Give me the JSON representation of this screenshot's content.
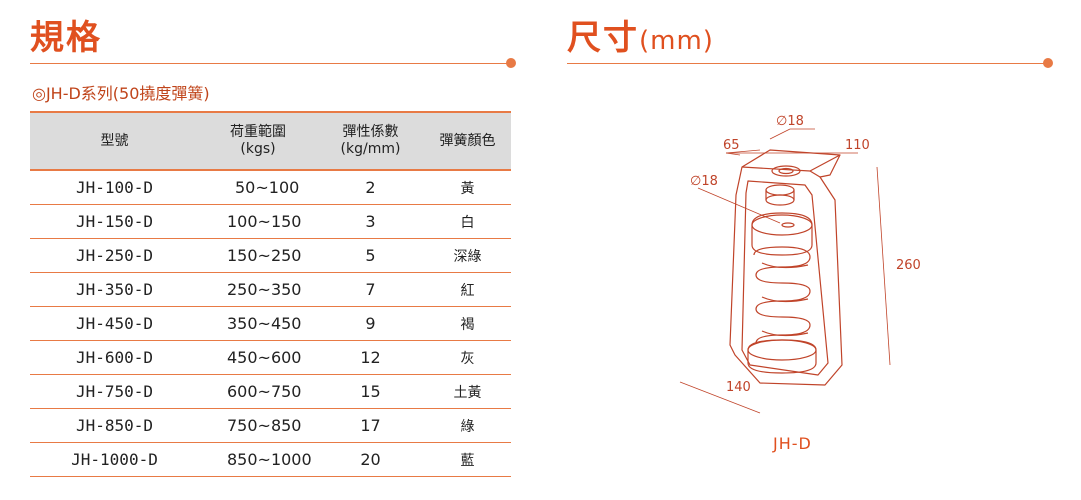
{
  "left_title": "規格",
  "right_title": "尺寸",
  "right_title_unit": "(mm)",
  "series_label": "◎JH-D系列(50撓度彈簧)",
  "table": {
    "headers": [
      [
        "型號"
      ],
      [
        "荷重範圍",
        "(kgs)"
      ],
      [
        "彈性係數",
        "(kg/mm)"
      ],
      [
        "彈簧顏色"
      ]
    ],
    "rows": [
      {
        "model": "JH-100-D",
        "load": "50~100",
        "k": "2",
        "color": "黃"
      },
      {
        "model": "JH-150-D",
        "load": "100~150",
        "k": "3",
        "color": "白"
      },
      {
        "model": "JH-250-D",
        "load": "150~250",
        "k": "5",
        "color": "深綠"
      },
      {
        "model": "JH-350-D",
        "load": "250~350",
        "k": "7",
        "color": "紅"
      },
      {
        "model": "JH-450-D",
        "load": "350~450",
        "k": "9",
        "color": "褐"
      },
      {
        "model": "JH-600-D",
        "load": "450~600",
        "k": "12",
        "color": "灰"
      },
      {
        "model": "JH-750-D",
        "load": "600~750",
        "k": "15",
        "color": "土黃"
      },
      {
        "model": "JH-850-D",
        "load": "750~850",
        "k": "17",
        "color": "綠"
      },
      {
        "model": "JH-1000-D",
        "load": "850~1000",
        "k": "20",
        "color": "藍"
      }
    ]
  },
  "dimensions": {
    "top_hole": "∅18",
    "inner_hole": "∅18",
    "width_left": "65",
    "width_right": "110",
    "height": "260",
    "depth": "140"
  },
  "caption": "JH-D",
  "colors": {
    "accent": "#e0501f",
    "rule": "#e87a45",
    "header_bg": "#dcdcdc",
    "drawing": "#c0442a"
  }
}
